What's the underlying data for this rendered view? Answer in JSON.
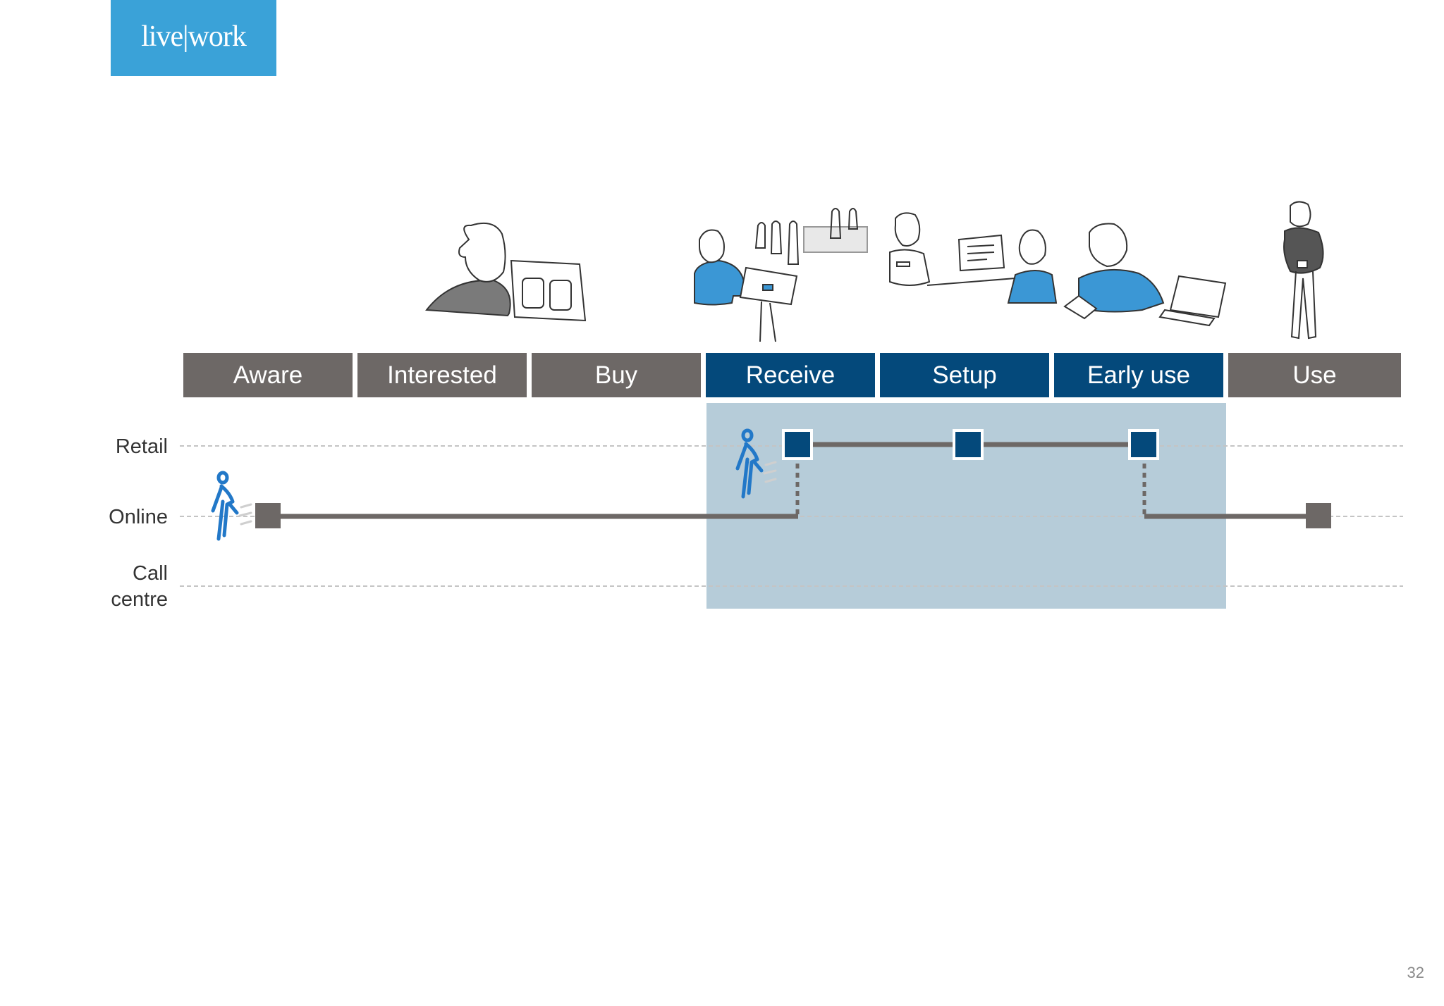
{
  "logo": {
    "text": "live|work"
  },
  "phases": [
    {
      "label": "Aware",
      "style": "grey"
    },
    {
      "label": "Interested",
      "style": "grey"
    },
    {
      "label": "Buy",
      "style": "grey"
    },
    {
      "label": "Receive",
      "style": "blue"
    },
    {
      "label": "Setup",
      "style": "blue"
    },
    {
      "label": "Early use",
      "style": "blue"
    },
    {
      "label": "Use",
      "style": "grey"
    }
  ],
  "channels": [
    {
      "label": "Retail"
    },
    {
      "label": "Online"
    },
    {
      "label": "Call centre"
    }
  ],
  "colors": {
    "phase_grey": "#6d6866",
    "phase_blue": "#04497b",
    "highlight": "#b6ccd9",
    "logo_bg": "#3aa2d8",
    "journey_line": "#6d6866",
    "touchpoint_blue": "#04497b",
    "figure_blue": "#2278c8",
    "sketch_blue": "#3b97d5"
  },
  "page_number": "32"
}
